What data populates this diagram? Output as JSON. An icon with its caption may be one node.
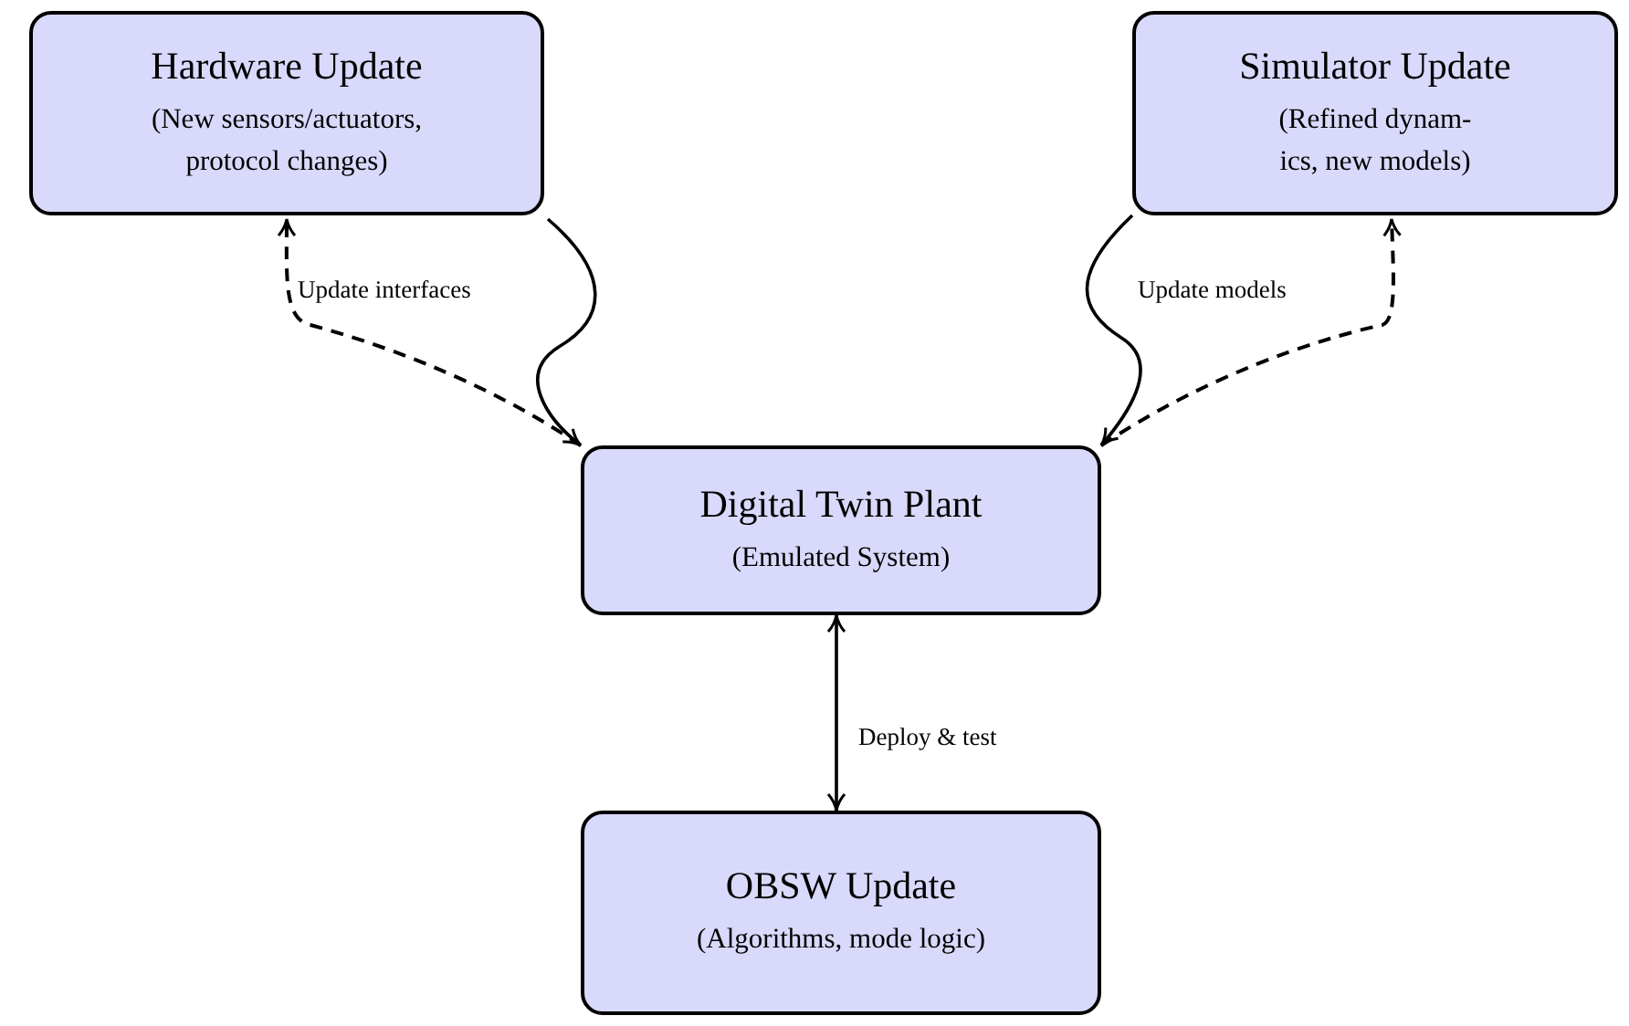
{
  "diagram": {
    "nodes": [
      {
        "text": [
          "Hardware Update",
          "(New sensors/actuators, protocol changes)"
        ]
      },
      {
        "text": [
          "Simulator Update",
          "(Refined dynam- ics, new models)"
        ]
      },
      {
        "text": [
          "Digital Twin Plant",
          "(Emulated System)"
        ]
      },
      {
        "text": [
          "OBSW Update",
          "(Algorithms, mode logic)"
        ]
      }
    ],
    "edges": [
      {
        "from": 0,
        "to": 2,
        "arrow": "to"
      },
      {
        "from": 2,
        "to": 0,
        "arrow": "to",
        "label": "Update interfaces",
        "style": "dashed"
      },
      {
        "from": 1,
        "to": 2,
        "arrow": "to"
      },
      {
        "from": 2,
        "to": 1,
        "arrow": "to",
        "label": "Update models",
        "style": "dashed"
      },
      {
        "from": 3,
        "to": 2,
        "arrow": "both",
        "label": "Deploy & test"
      }
    ]
  }
}
